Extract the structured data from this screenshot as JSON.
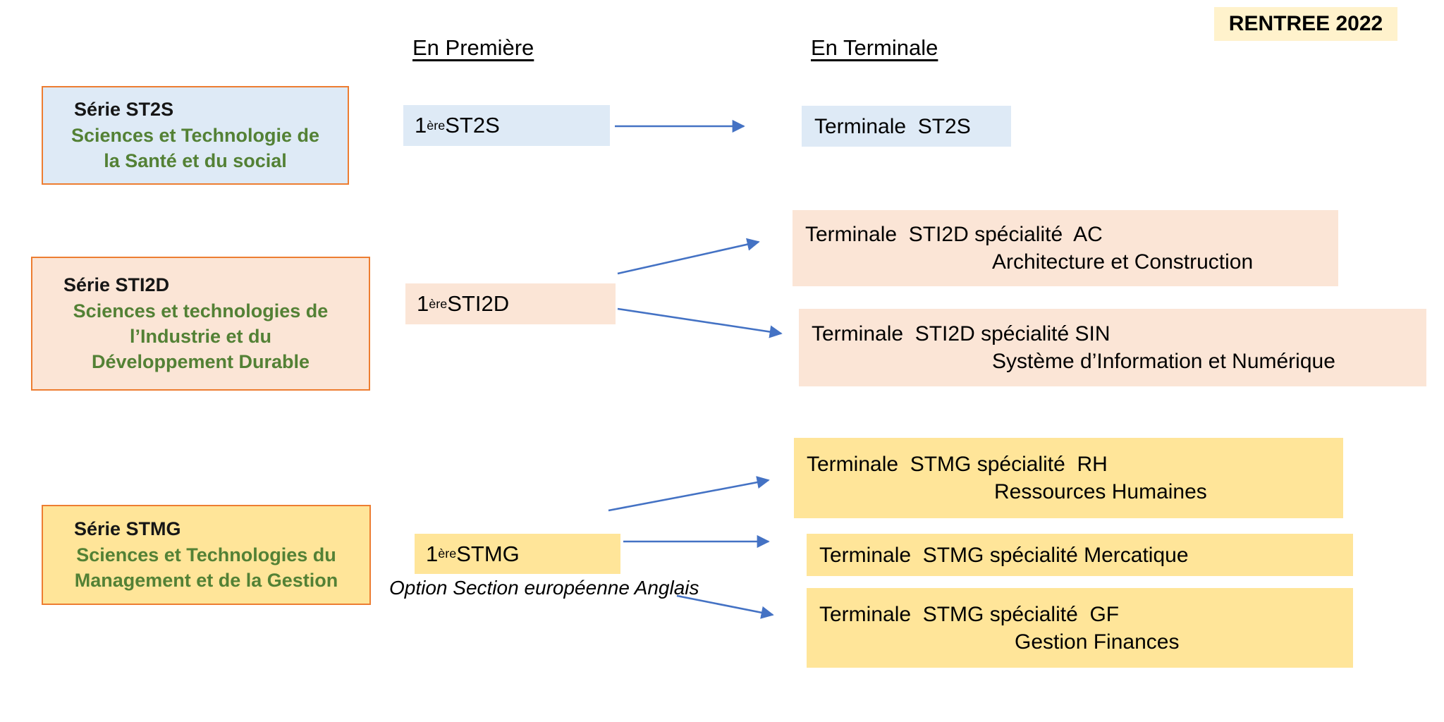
{
  "banner": "RENTREE 2022",
  "headers": {
    "premiere": "En Première",
    "terminale": "En Terminale"
  },
  "series_boxes": [
    {
      "id": "st2s",
      "title": "Série ST2S",
      "subtitle": "Sciences et Technologie de\nla Santé et du social"
    },
    {
      "id": "sti2d",
      "title": "Série STI2D",
      "subtitle": "Sciences et technologies de\nl’Industrie et du\nDéveloppement Durable"
    },
    {
      "id": "stmg",
      "title": "Série STMG",
      "subtitle": "Sciences et Technologies du\nManagement et de la Gestion"
    }
  ],
  "premiere_boxes": [
    {
      "id": "st2s",
      "num": "1",
      "sup": "ère",
      "label": " ST2S"
    },
    {
      "id": "sti2d",
      "num": "1",
      "sup": "ère",
      "label": " STI2D"
    },
    {
      "id": "stmg",
      "num": "1",
      "sup": "ère",
      "label": " STMG"
    }
  ],
  "option_note": "Option Section européenne Anglais",
  "terminale_boxes": [
    {
      "id": "st2s",
      "line1": "Terminale  ST2S",
      "line2": ""
    },
    {
      "id": "sti2d-ac",
      "line1": "Terminale  STI2D spécialité  AC",
      "line2": "Architecture et Construction"
    },
    {
      "id": "sti2d-sin",
      "line1": "Terminale  STI2D spécialité SIN",
      "line2": "Système d’Information et Numérique"
    },
    {
      "id": "stmg-rh",
      "line1": "Terminale  STMG spécialité  RH",
      "line2": "Ressources Humaines"
    },
    {
      "id": "stmg-mercatique",
      "line1": "Terminale  STMG spécialité Mercatique",
      "line2": ""
    },
    {
      "id": "stmg-gf",
      "line1": "Terminale  STMG spécialité  GF",
      "line2": "Gestion Finances"
    }
  ],
  "connections": [
    {
      "from": "1ère ST2S",
      "to": "Terminale ST2S"
    },
    {
      "from": "1ère STI2D",
      "to": "Terminale STI2D spécialité AC"
    },
    {
      "from": "1ère STI2D",
      "to": "Terminale STI2D spécialité SIN"
    },
    {
      "from": "1ère STMG",
      "to": "Terminale STMG spécialité RH"
    },
    {
      "from": "1ère STMG",
      "to": "Terminale STMG spécialité Mercatique"
    },
    {
      "from": "1ère STMG",
      "to": "Terminale STMG spécialité GF"
    }
  ],
  "colors": {
    "blue_fill": "#DEEAF6",
    "peach_fill": "#FBE5D6",
    "yellow_fill": "#FFE599",
    "banner_fill": "#FFF2CC",
    "orange_border": "#ED7D31",
    "green_text": "#538135",
    "arrow_blue": "#4472C4"
  }
}
